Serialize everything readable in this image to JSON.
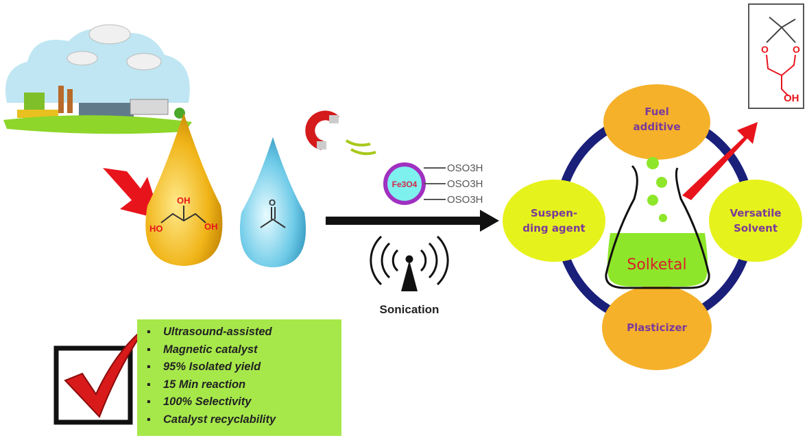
{
  "reactants": {
    "glycerol_labels": [
      "HO",
      "OH",
      "OH"
    ],
    "acetone_label": "O"
  },
  "catalyst": {
    "core": "Fe3O4",
    "groups": [
      "OSO3H",
      "OSO3H",
      "OSO3H"
    ]
  },
  "process": {
    "label": "Sonication"
  },
  "product": {
    "name": "Solketal",
    "structure_labels": [
      "O",
      "O",
      "OH"
    ]
  },
  "applications": [
    {
      "line1": "Fuel",
      "line2": "additive"
    },
    {
      "line1": "Suspen-",
      "line2": "ding agent"
    },
    {
      "line1": "Versatile",
      "line2": "Solvent"
    },
    {
      "line1": "Plasticizer",
      "line2": ""
    }
  ],
  "features": [
    "Ultrasound-assisted",
    "Magnetic catalyst",
    "95% Isolated yield",
    "15 Min reaction",
    "100% Selectivity",
    "Catalyst recyclability"
  ],
  "colors": {
    "ring": "#1a1f7a",
    "orange": "#f5b12a",
    "yellow": "#e6f21c",
    "green": "#8ee62a",
    "red": "#e8141c"
  }
}
